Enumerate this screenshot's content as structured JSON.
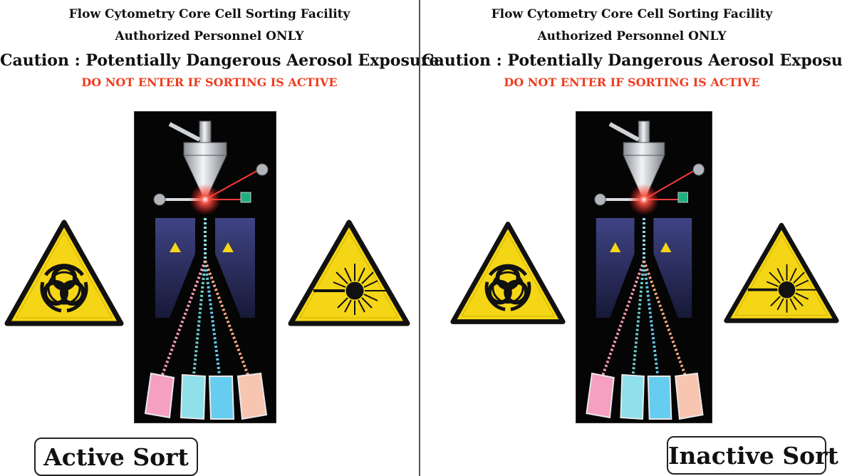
{
  "panels": [
    {
      "facility_title": "Flow Cytometry Core Cell Sorting Facility",
      "access_notice": "Authorized Personnel ONLY",
      "caution": "Caution : Potentially Dangerous Aerosol Exposure",
      "warning": "DO NOT ENTER IF SORTING IS ACTIVE",
      "status_label": "Active Sort"
    },
    {
      "facility_title": "Flow Cytometry Core Cell Sorting Facility",
      "access_notice": "Authorized Personnel ONLY",
      "caution": "Caution : Potentially Dangerous Aerosol Exposure",
      "warning": "DO NOT ENTER IF SORTING IS ACTIVE",
      "status_label": "Inactive Sort"
    }
  ],
  "icons": [
    "biohazard-icon",
    "laser-warning-icon",
    "cell-sorter-illustration"
  ],
  "colors": {
    "warning_text": "#ef3b1e",
    "sign_yellow": "#f5d617",
    "sorter_background": "#050505",
    "deflection_plate": "#3b3f8a",
    "tube_pink": "#f5a0c0",
    "tube_cyan": "#8fe0ea",
    "tube_blue": "#66ccf0",
    "tube_peach": "#f8c5b0"
  }
}
